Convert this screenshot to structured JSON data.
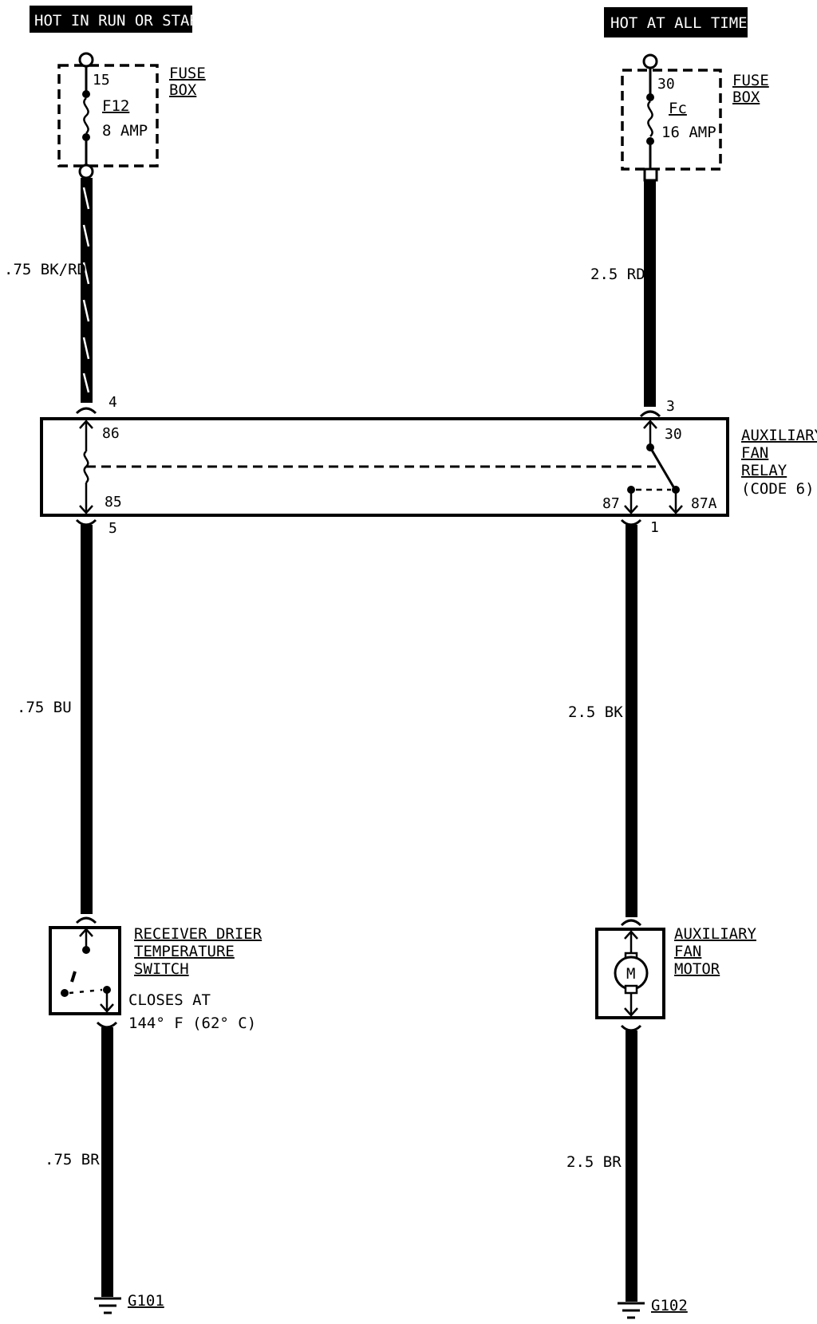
{
  "headers": {
    "left": "HOT IN RUN OR START",
    "right": "HOT AT ALL TIMES"
  },
  "fuse_left": {
    "terminal": "15",
    "name": "F12",
    "rating": "8 AMP",
    "box_label_1": "FUSE",
    "box_label_2": "BOX"
  },
  "fuse_right": {
    "terminal": "30",
    "name": "Fc",
    "rating": "16 AMP",
    "box_label_1": "FUSE",
    "box_label_2": "BOX"
  },
  "wires": {
    "w1": ".75 BK/RD",
    "w2": "2.5 RD",
    "w3": ".75 BU",
    "w4": "2.5 BK",
    "w5": ".75 BR",
    "w6": "2.5 BR"
  },
  "relay": {
    "pin_4": "4",
    "pin_3": "3",
    "pin_5": "5",
    "pin_1": "1",
    "t86": "86",
    "t85": "85",
    "t30": "30",
    "t87": "87",
    "t87a": "87A",
    "label_1": "AUXILIARY",
    "label_2": "FAN",
    "label_3": "RELAY",
    "label_4": "(CODE 6)"
  },
  "temp_switch": {
    "label_1": "RECEIVER DRIER",
    "label_2": "TEMPERATURE",
    "label_3": "SWITCH",
    "note_1": "CLOSES AT",
    "note_2": "144° F (62° C)"
  },
  "motor": {
    "symbol": "M",
    "label_1": "AUXILIARY",
    "label_2": "FAN",
    "label_3": "MOTOR"
  },
  "grounds": {
    "g1": "G101",
    "g2": "G102"
  }
}
